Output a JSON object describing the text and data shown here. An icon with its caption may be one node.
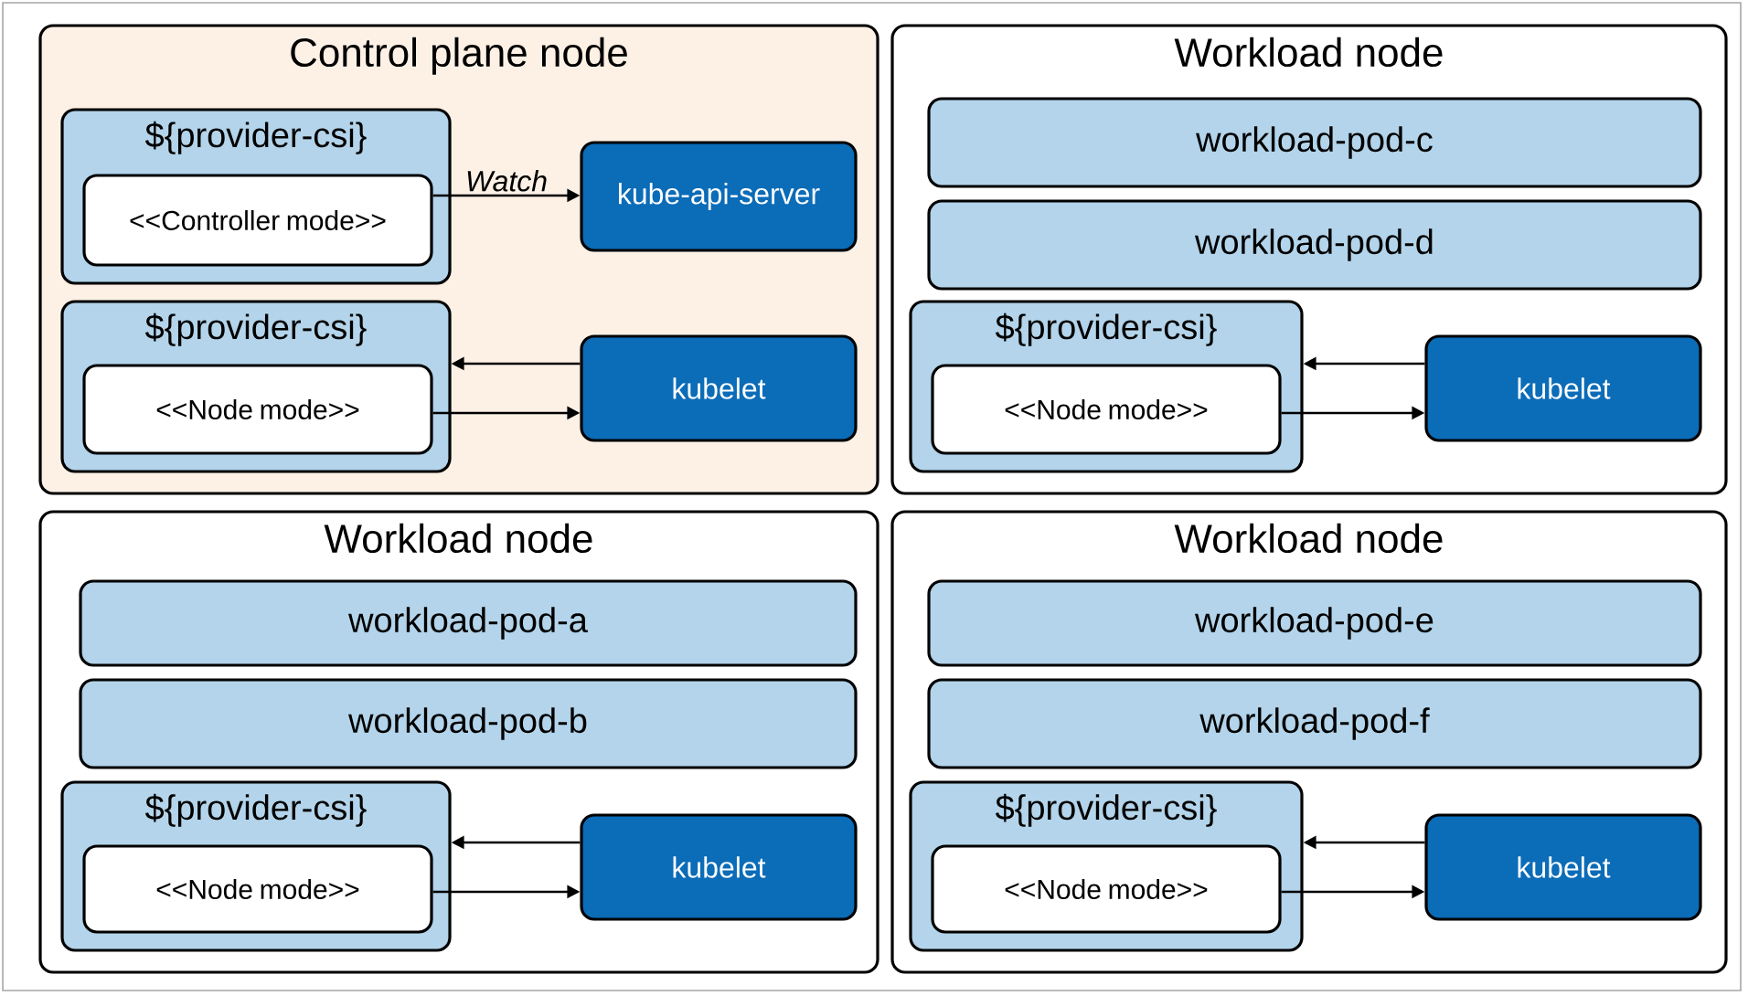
{
  "diagram": {
    "nodes": [
      {
        "text": [
          "Control plane node"
        ]
      },
      {
        "text": [
          "${provider-csi}"
        ],
        "in": 0
      },
      {
        "text": [
          "<<Controller mode>>"
        ],
        "in": 1
      },
      {
        "text": [
          "kube-api-server"
        ],
        "in": 0
      },
      {
        "text": [
          "${provider-csi}"
        ],
        "in": 0
      },
      {
        "text": [
          "<<Node mode>>"
        ],
        "in": 4
      },
      {
        "text": [
          "kubelet"
        ],
        "in": 0
      },
      {
        "text": [
          "Workload node"
        ]
      },
      {
        "text": [
          "workload-pod-c"
        ],
        "in": 7
      },
      {
        "text": [
          "workload-pod-d"
        ],
        "in": 7
      },
      {
        "text": [
          "${provider-csi}"
        ],
        "in": 7
      },
      {
        "text": [
          "<<Node mode>>"
        ],
        "in": 10
      },
      {
        "text": [
          "kubelet"
        ],
        "in": 7
      },
      {
        "text": [
          "Workload node"
        ]
      },
      {
        "text": [
          "workload-pod-a"
        ],
        "in": 13
      },
      {
        "text": [
          "workload-pod-b"
        ],
        "in": 13
      },
      {
        "text": [
          "${provider-csi}"
        ],
        "in": 13
      },
      {
        "text": [
          "<<Node mode>>"
        ],
        "in": 16
      },
      {
        "text": [
          "kubelet"
        ],
        "in": 13
      },
      {
        "text": [
          "Workload node"
        ]
      },
      {
        "text": [
          "workload-pod-e"
        ],
        "in": 19
      },
      {
        "text": [
          "workload-pod-f"
        ],
        "in": 19
      },
      {
        "text": [
          "${provider-csi}"
        ],
        "in": 19
      },
      {
        "text": [
          "<<Node mode>>"
        ],
        "in": 22
      },
      {
        "text": [
          "kubelet"
        ],
        "in": 19
      }
    ],
    "edges": [
      {
        "from": 2,
        "to": 3,
        "arrow": "to",
        "label": "Watch"
      },
      {
        "from": 6,
        "to": 4,
        "arrow": "to"
      },
      {
        "from": 5,
        "to": 6,
        "arrow": "to"
      },
      {
        "from": 12,
        "to": 10,
        "arrow": "to"
      },
      {
        "from": 11,
        "to": 12,
        "arrow": "to"
      },
      {
        "from": 18,
        "to": 16,
        "arrow": "to"
      },
      {
        "from": 17,
        "to": 18,
        "arrow": "to"
      },
      {
        "from": 24,
        "to": 22,
        "arrow": "to"
      },
      {
        "from": 23,
        "to": 24,
        "arrow": "to"
      }
    ]
  }
}
